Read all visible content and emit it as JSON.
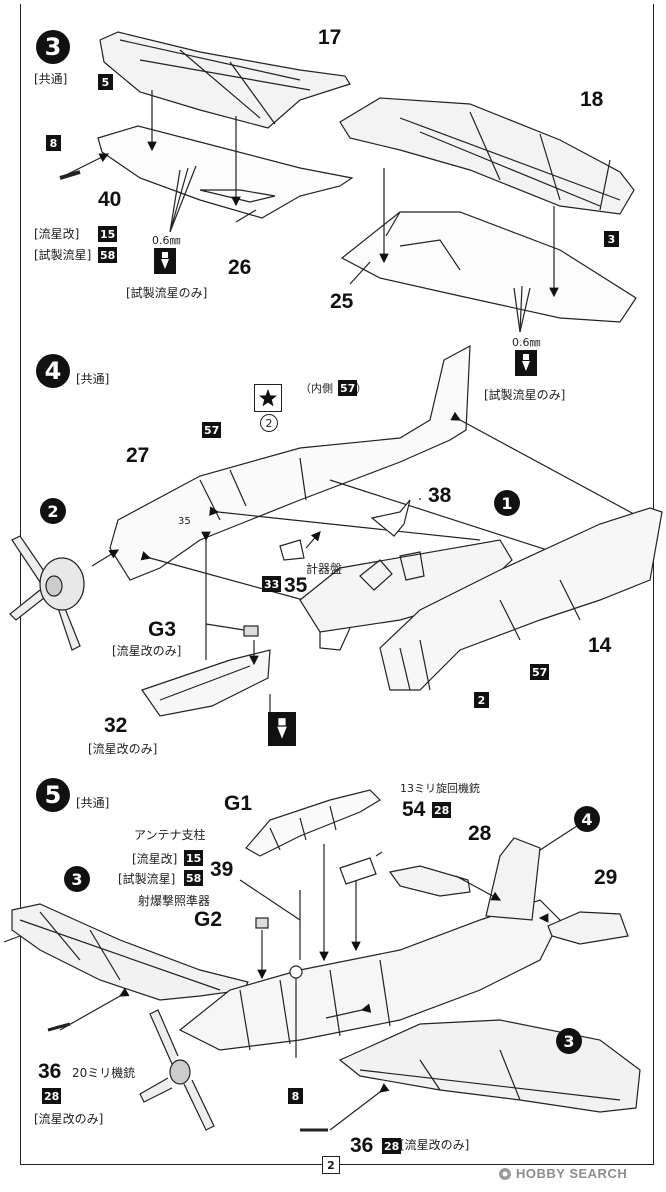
{
  "common": "[共通]",
  "steps": {
    "s3": "3",
    "s4": "4",
    "s5": "5"
  },
  "step3": {
    "box_5": "5",
    "part_17": "17",
    "part_18": "18",
    "box_8": "8",
    "part_40": "40",
    "label_kai": "[流星改]",
    "box_15": "15",
    "label_shisei": "[試製流星]",
    "box_58": "58",
    "hole_size_l": "0.6㎜",
    "part_26": "26",
    "only_shisei_l": "[試製流星のみ]",
    "box_3": "3",
    "part_25": "25",
    "hole_size_r": "0.6㎜",
    "only_shisei_r": "[試製流星のみ]"
  },
  "step4": {
    "inner": "（内側",
    "box_57a": "57",
    "inner_close": "）",
    "circ_2": "2",
    "box_57b": "57",
    "part_27": "27",
    "part_38": "38",
    "ref_1": "1",
    "ref_2": "2",
    "part_35_small": "35",
    "keikiban": "計器盤",
    "box_33": "33",
    "part_35": "35",
    "part_G3": "G3",
    "only_kai_g3": "[流星改のみ]",
    "part_14": "14",
    "box_2": "2",
    "box_57c": "57",
    "part_32": "32",
    "only_kai_32": "[流星改のみ]"
  },
  "step5": {
    "part_G1": "G1",
    "mg13": "13ミリ旋回機銃",
    "part_54": "54",
    "box_28a": "28",
    "antenna": "アンテナ支柱",
    "label_kai": "[流星改]",
    "box_15": "15",
    "label_shisei": "[試製流星]",
    "box_58": "58",
    "part_39": "39",
    "part_28": "28",
    "ref_4": "4",
    "part_29": "29",
    "ref_3a": "3",
    "sight": "射爆撃照準器",
    "part_G2": "G2",
    "box_8": "8",
    "ref_3b": "3",
    "part_36a": "36",
    "gun20": "20ミリ機銃",
    "box_28b": "28",
    "only_kai_36a": "[流星改のみ]",
    "part_36b": "36",
    "box_28c": "28",
    "only_kai_36b": "[流星改のみ]"
  },
  "footer": {
    "page": "2",
    "watermark": "HOBBY SEARCH"
  }
}
